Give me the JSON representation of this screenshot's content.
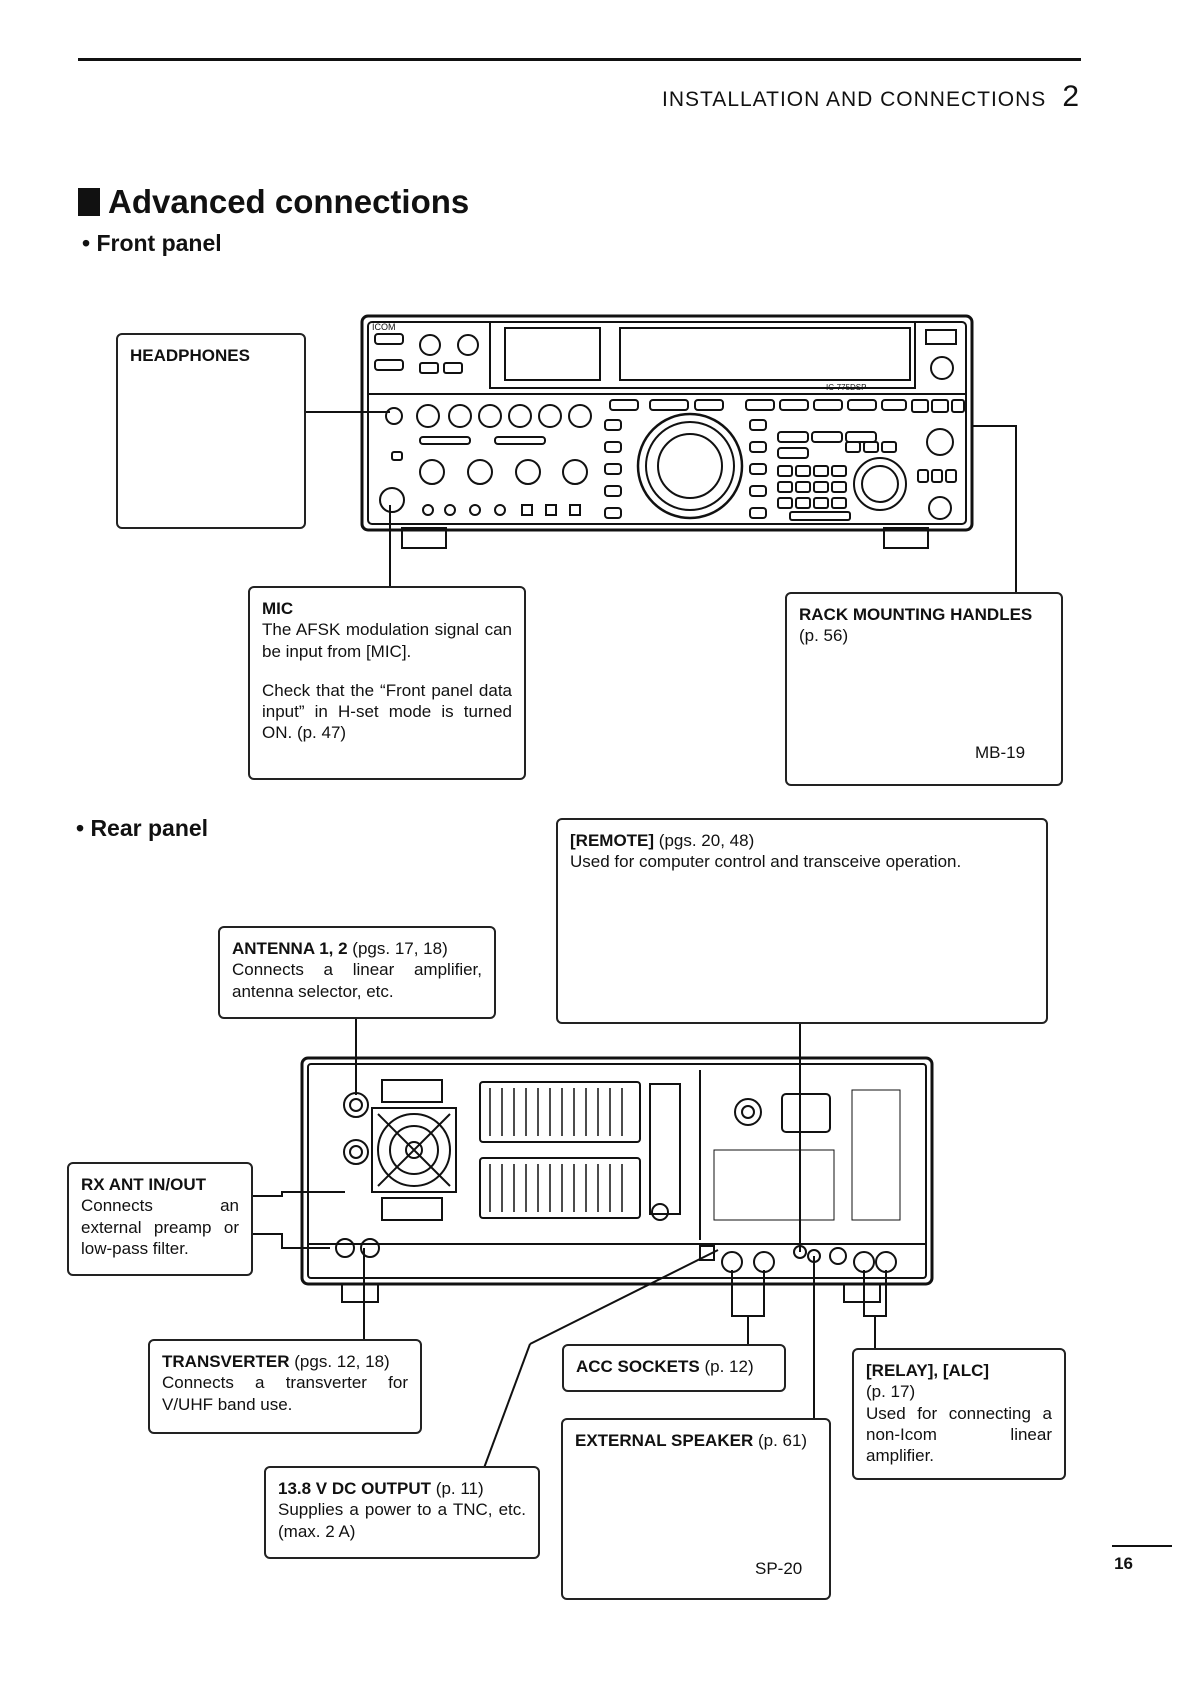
{
  "header": {
    "section": "INSTALLATION AND CONNECTIONS",
    "chapter": "2"
  },
  "title": "Advanced connections",
  "front_panel_label": "• Front panel",
  "rear_panel_label": "• Rear panel",
  "headphones": {
    "title": "HEADPHONES"
  },
  "mic": {
    "title": "MIC",
    "text1": "The AFSK modulation signal can be input from [MIC].",
    "text2": "Check that the “Front panel data input” in H-set mode is turned ON. (p. 47)"
  },
  "rack": {
    "title": "RACK MOUNTING HANDLES",
    "ref": "(p. 56)",
    "model": "MB-19"
  },
  "remote": {
    "title": "[REMOTE]",
    "ref": "(pgs. 20, 48)",
    "text": "Used for computer control and transceive operation."
  },
  "antenna": {
    "title": "ANTENNA 1, 2",
    "ref": "(pgs. 17, 18)",
    "text": "Connects a linear amplifier, antenna selector, etc."
  },
  "rxant": {
    "title": "RX ANT IN/OUT",
    "text": "Connects an external preamp or low-pass filter."
  },
  "transverter": {
    "title": "TRANSVERTER",
    "ref": "(pgs. 12, 18)",
    "text": "Connects a transverter for V/UHF band use."
  },
  "acc": {
    "title": "ACC SOCKETS",
    "ref": "(p. 12)"
  },
  "relay": {
    "title": "[RELAY], [ALC]",
    "ref": "(p. 17)",
    "text": "Used for connecting a non-Icom linear amplifier."
  },
  "speaker": {
    "title": "EXTERNAL SPEAKER",
    "ref": "(p. 61)",
    "model": "SP-20"
  },
  "dcout": {
    "title": "13.8 V DC OUTPUT",
    "ref": "(p. 11)",
    "text": "Supplies a power to a TNC, etc. (max. 2 A)"
  },
  "radio_labels": {
    "brand": "ICOM",
    "model": "IC-775DSP"
  },
  "page_number": "16"
}
